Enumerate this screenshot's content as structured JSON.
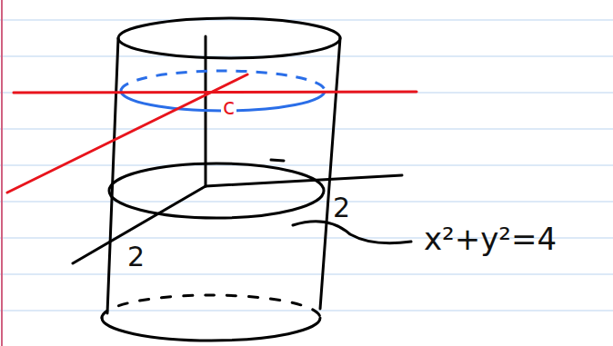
{
  "diagram": {
    "labels": [
      "2",
      "2",
      "x²+y²=4",
      "c"
    ]
  }
}
